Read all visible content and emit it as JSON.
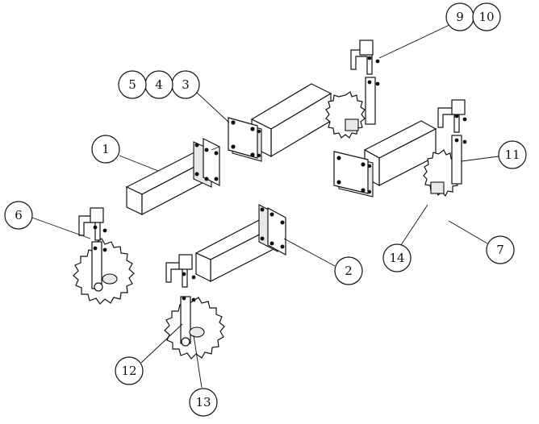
{
  "callouts": {
    "c1": "1",
    "c2": "2",
    "c3": "3",
    "c4": "4",
    "c5": "5",
    "c6": "6",
    "c7": "7",
    "c9": "9",
    "c10": "10",
    "c11": "11",
    "c12": "12",
    "c13": "13",
    "c14": "14"
  }
}
